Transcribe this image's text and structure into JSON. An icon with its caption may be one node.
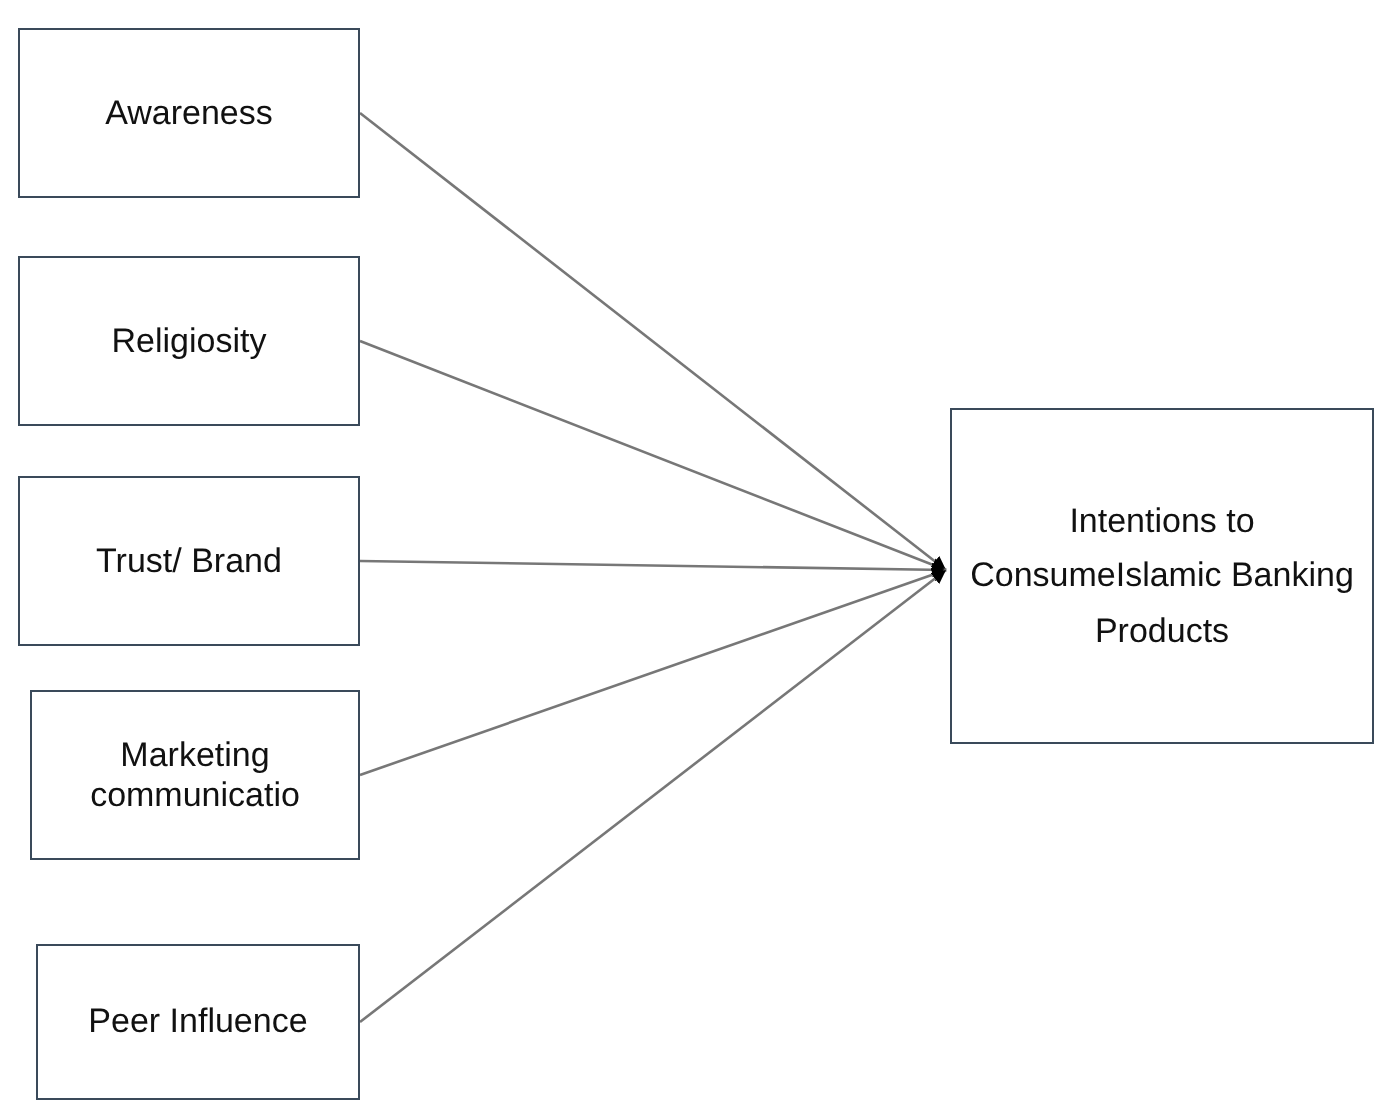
{
  "diagram": {
    "nodes": [
      {
        "text": [
          "Awareness"
        ]
      },
      {
        "text": [
          "Religiosity"
        ]
      },
      {
        "text": [
          "Trust/ Brand"
        ]
      },
      {
        "text": [
          "Marketing communicatio"
        ]
      },
      {
        "text": [
          "Peer Influence"
        ]
      },
      {
        "text": [
          "Intentions to ConsumeIslamic Banking Products"
        ]
      }
    ],
    "edges": [
      {
        "from": 0,
        "to": 5,
        "arrow": "to"
      },
      {
        "from": 1,
        "to": 5,
        "arrow": "to"
      },
      {
        "from": 2,
        "to": 5,
        "arrow": "to"
      },
      {
        "from": 3,
        "to": 5,
        "arrow": "to"
      },
      {
        "from": 4,
        "to": 5,
        "arrow": "to"
      }
    ]
  }
}
